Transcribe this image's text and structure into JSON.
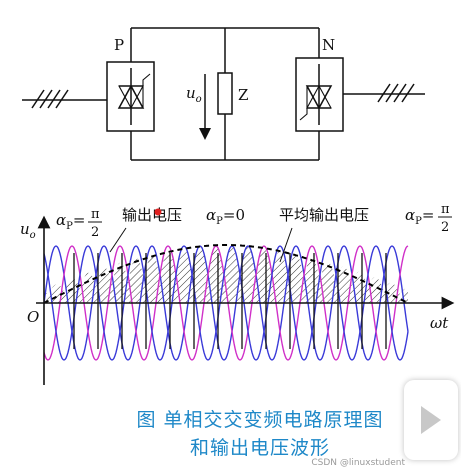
{
  "circuit": {
    "label_p": "P",
    "label_n": "N",
    "label_z": "Z",
    "label_uo_base": "u",
    "label_uo_sub": "o"
  },
  "waveform": {
    "ylabel_base": "u",
    "ylabel_sub": "o",
    "origin_label": "O",
    "xlabel": "ωt",
    "alpha_left": {
      "base": "α",
      "sub": "P",
      "eq": "=",
      "num": "π",
      "den": "2"
    },
    "alpha_mid": {
      "base": "α",
      "sub": "P",
      "eq": "=0"
    },
    "alpha_right": {
      "base": "α",
      "sub": "P",
      "eq": "=",
      "num": "π",
      "den": "2"
    },
    "annot_output": "输出电压",
    "annot_average": "平均输出电压",
    "colors": {
      "blue": "#3a3ad8",
      "magenta": "#d030c8",
      "hatch": "#333333",
      "average": "#000000"
    }
  },
  "caption": {
    "line1": "图   单相交交变频电路原理图",
    "line2": "和输出电压波形"
  },
  "watermark": "CSDN @linuxstudent"
}
